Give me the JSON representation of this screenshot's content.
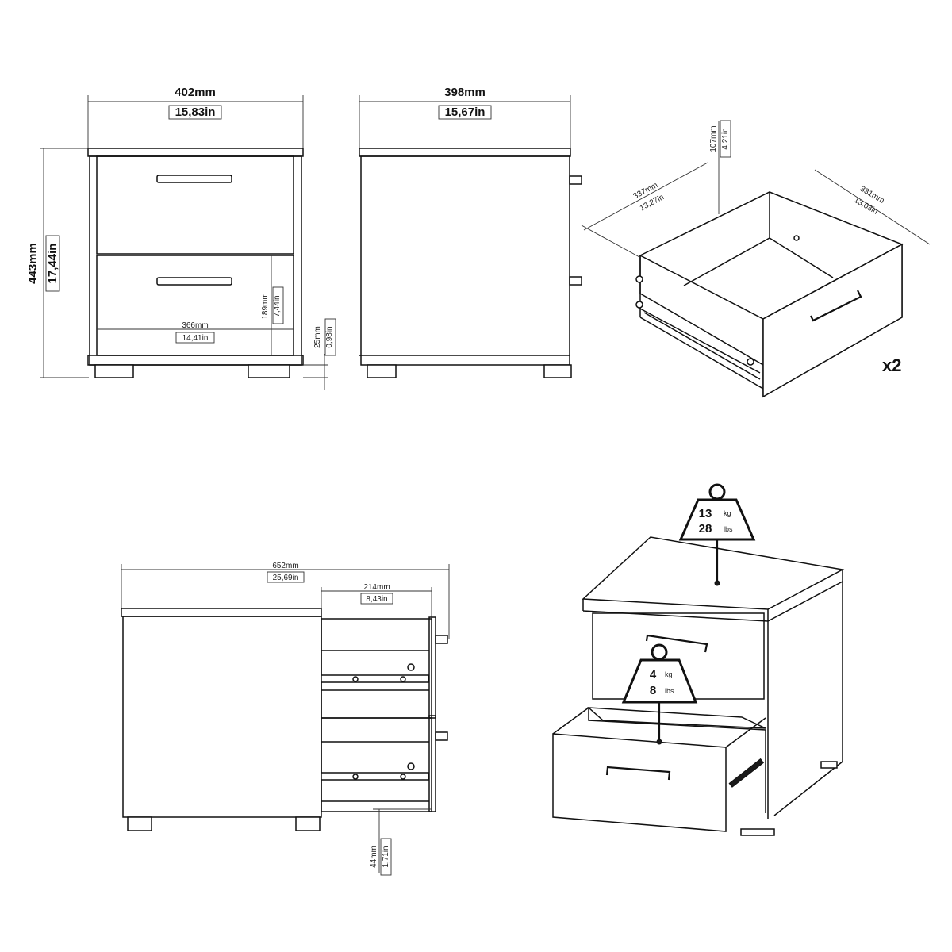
{
  "front_view": {
    "width_mm": "402mm",
    "width_in": "15,83in",
    "height_mm": "443mm",
    "height_in": "17,44in",
    "inner_width_mm": "366mm",
    "inner_width_in": "14,41in",
    "drawer_height_mm": "189mm",
    "drawer_height_in": "7,44in",
    "foot_height_mm": "25mm",
    "foot_height_in": "0,98in"
  },
  "side_view": {
    "depth_mm": "398mm",
    "depth_in": "15,67in"
  },
  "drawer_detail": {
    "height_mm": "107mm",
    "height_in": "4,21in",
    "depth_mm": "337mm",
    "depth_in": "13,27in",
    "width_mm": "331mm",
    "width_in": "13,03in",
    "quantity": "x2"
  },
  "open_side_view": {
    "total_depth_mm": "652mm",
    "total_depth_in": "25,69in",
    "extension_mm": "214mm",
    "extension_in": "8,43in",
    "clearance_mm": "44mm",
    "clearance_in": "1,71in"
  },
  "load_limits": {
    "top": {
      "kg": "13",
      "kg_unit": "kg",
      "lbs": "28",
      "lbs_unit": "lbs"
    },
    "drawer": {
      "kg": "4",
      "kg_unit": "kg",
      "lbs": "8",
      "lbs_unit": "lbs"
    }
  }
}
